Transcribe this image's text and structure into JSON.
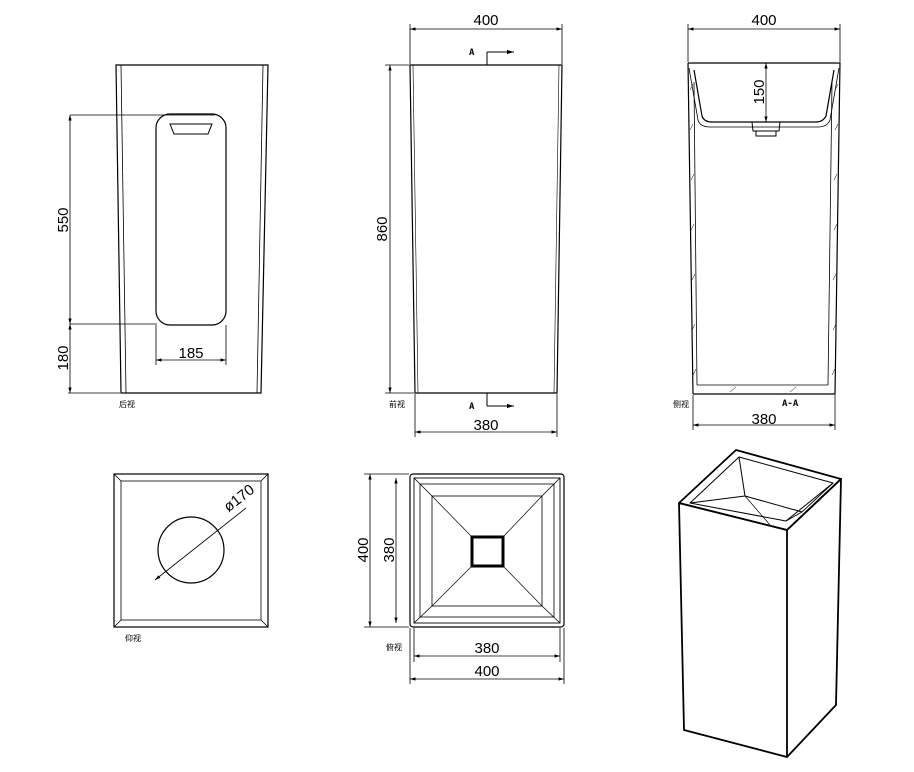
{
  "views": {
    "back": {
      "label": "后视",
      "dim_height_upper": "550",
      "dim_height_lower": "180",
      "dim_width": "185"
    },
    "front": {
      "label": "前视",
      "dim_top": "400",
      "dim_bottom": "380",
      "dim_height": "860",
      "section_mark": "A"
    },
    "side": {
      "label": "侧视",
      "dim_top": "400",
      "dim_bottom": "380",
      "dim_depth": "150",
      "section_name": "A-A"
    },
    "bottom": {
      "label": "仰视",
      "dim_diameter": "ø170"
    },
    "top": {
      "label": "俯视",
      "dim_outer_v": "400",
      "dim_inner_v": "380",
      "dim_inner_h": "380",
      "dim_outer_h": "400"
    }
  },
  "colors": {
    "line": "#000000",
    "background": "#ffffff"
  }
}
